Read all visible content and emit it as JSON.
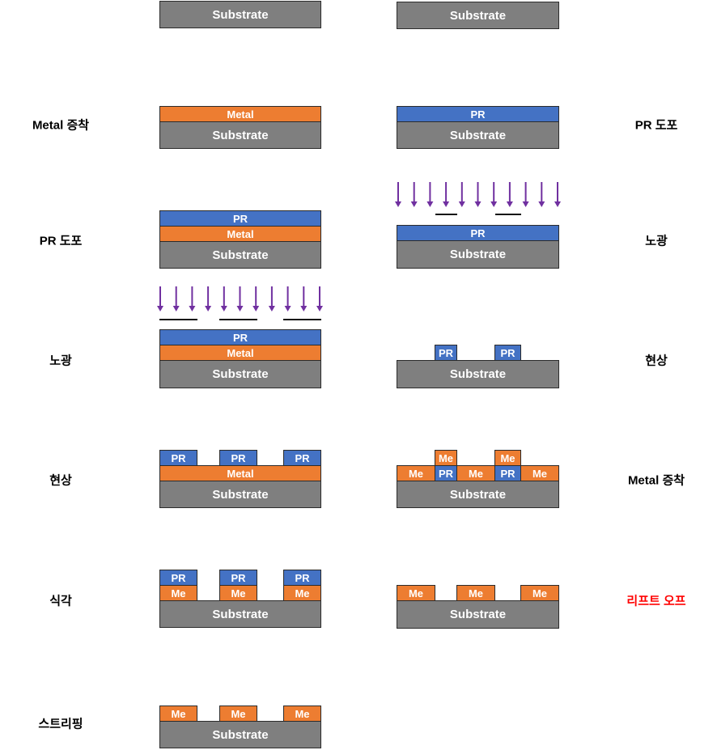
{
  "layers": {
    "substrate": "Substrate",
    "metal": "Metal",
    "pr": "PR",
    "me": "Me"
  },
  "labels": {
    "left": [
      "Metal 증착",
      "PR 도포",
      "노광",
      "현상",
      "식각",
      "스트리핑"
    ],
    "right": [
      "PR 도포",
      "노광",
      "현상",
      "Metal 증착",
      "리프트 오프"
    ]
  },
  "colors": {
    "substrate": "#7f7f7f",
    "metal": "#ed7d31",
    "pr": "#4472c4",
    "uv_arrow": "#7030a0",
    "highlight_label": "#ff0000"
  }
}
